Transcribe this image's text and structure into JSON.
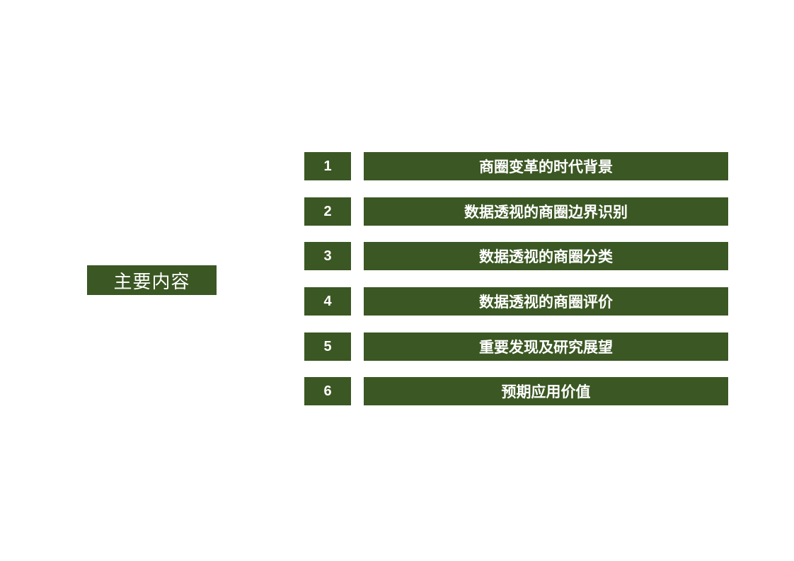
{
  "title": "主要内容",
  "colors": {
    "accent": "#3b5723",
    "text": "#ffffff",
    "background": "#ffffff"
  },
  "items": [
    {
      "number": "1",
      "label": "商圈变革的时代背景"
    },
    {
      "number": "2",
      "label": "数据透视的商圈边界识别"
    },
    {
      "number": "3",
      "label": "数据透视的商圈分类"
    },
    {
      "number": "4",
      "label": "数据透视的商圈评价"
    },
    {
      "number": "5",
      "label": "重要发现及研究展望"
    },
    {
      "number": "6",
      "label": "预期应用价值"
    }
  ]
}
